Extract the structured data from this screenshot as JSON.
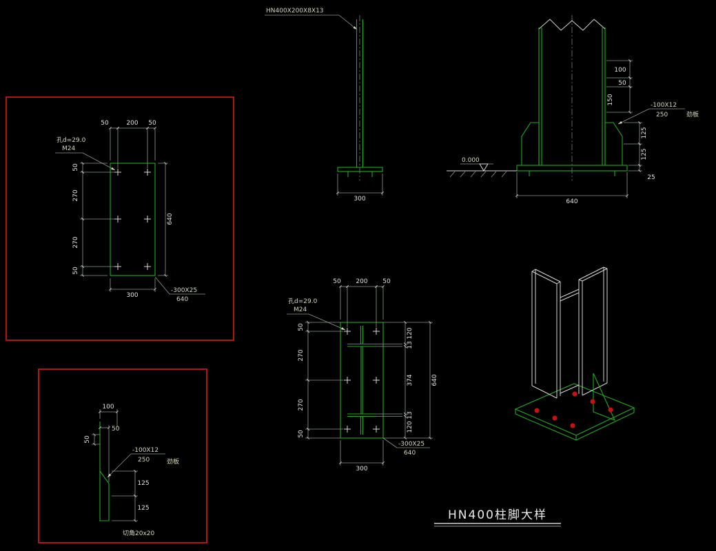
{
  "title": "HN400柱脚大样",
  "colors": {
    "background": "#000000",
    "geometry_green": "#22aa22",
    "dimension_gray": "#8f9b8f",
    "text_light": "#dcdcc8",
    "highlight_red": "#cc1a1a",
    "bolt_red": "#c81212"
  },
  "plan_top": {
    "dims_top": [
      "50",
      "200",
      "50"
    ],
    "dims_left": [
      "50",
      "270",
      "270",
      "50"
    ],
    "dim_right": "640",
    "dim_bottom": "300",
    "hole_note": [
      "孔d=29.0",
      "M24"
    ],
    "plate_note": [
      "-300X25",
      "640"
    ]
  },
  "elev_front": {
    "section_label": "HN400X200X8X13",
    "dim_bottom": "300"
  },
  "elev_side": {
    "dims_right_upper": [
      "100",
      "50",
      "150"
    ],
    "dims_right_lower": [
      "125",
      "125",
      "25"
    ],
    "dim_bottom": "640",
    "level": "0.000",
    "stiffener_note": [
      "-100X12",
      "250",
      "劲板"
    ]
  },
  "stiffener_detail": {
    "dim_width": "100",
    "dim_top": "50",
    "dim_side": "50",
    "note": [
      "-100X12",
      "250",
      "劲板"
    ],
    "dims_height": [
      "125",
      "125"
    ],
    "corner_note": "切角20x20"
  },
  "plan_bottom": {
    "dims_top": [
      "50",
      "200",
      "50"
    ],
    "dims_left": [
      "50",
      "270",
      "270",
      "50"
    ],
    "dims_right_inner": [
      "120",
      "13",
      "374",
      "13",
      "120"
    ],
    "dim_right": "640",
    "dim_bottom": "300",
    "hole_note": [
      "孔d=29.0",
      "M24"
    ],
    "plate_note": [
      "-300X25",
      "640"
    ]
  }
}
